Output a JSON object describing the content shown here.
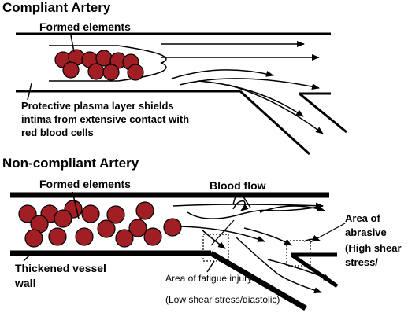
{
  "compliant": {
    "title": "Compliant Artery",
    "formed_elements": "Formed elements",
    "plasma_layer_lines": [
      "Protective plasma layer shields",
      "intima from extensive contact with",
      "red blood cells"
    ]
  },
  "noncompliant": {
    "title": "Non-compliant Artery",
    "formed_elements": "Formed elements",
    "blood_flow": "Blood flow",
    "wall_lines": [
      "Thickened vessel",
      "wall"
    ],
    "fatigue_lines": [
      "Area of fatigue injury",
      "(Low shear stress/diastolic)"
    ],
    "abrasive_lines": [
      "Area of",
      "abrasive",
      "(High shear",
      "stress/"
    ]
  },
  "colors": {
    "rbc_fill": "#a11f24",
    "stroke": "#000000",
    "background": "#ffffff"
  }
}
